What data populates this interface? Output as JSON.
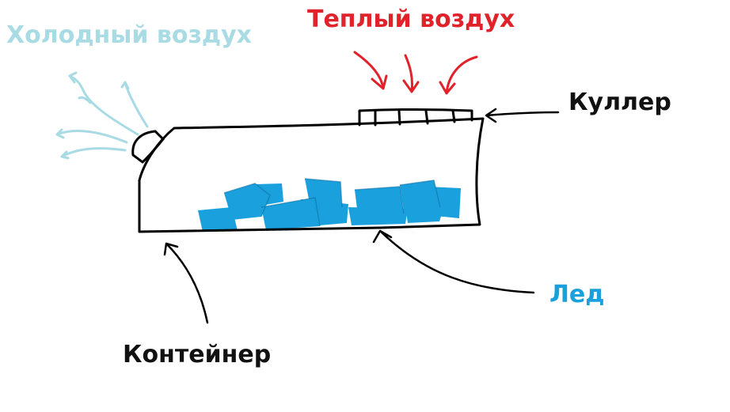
{
  "labels": {
    "cold_air": "Холодный воздух",
    "warm_air": "Теплый воздух",
    "cooler": "Куллер",
    "ice": "Лед",
    "container": "Контейнер"
  },
  "colors": {
    "background": "#ffffff",
    "outline": "#000000",
    "cold_air": "#a8dbe4",
    "warm_air": "#e0222b",
    "ice": "#1aa1dd",
    "text_dark": "#111111"
  }
}
